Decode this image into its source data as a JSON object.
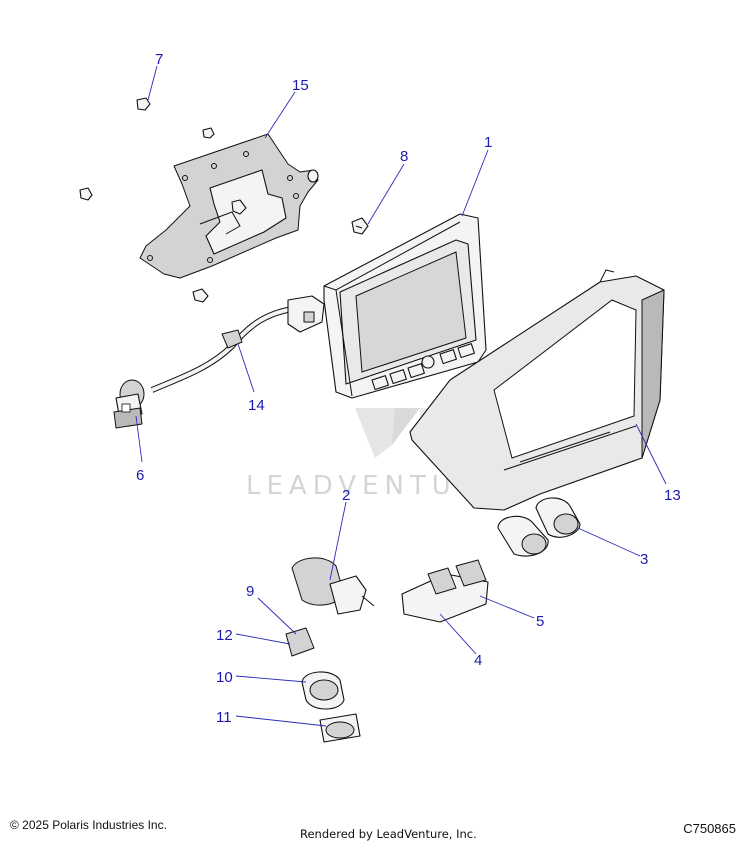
{
  "watermark": {
    "text": "LEADVENTURE"
  },
  "callouts": [
    {
      "id": "1",
      "label": "1"
    },
    {
      "id": "2",
      "label": "2"
    },
    {
      "id": "3",
      "label": "3"
    },
    {
      "id": "4",
      "label": "4"
    },
    {
      "id": "5",
      "label": "5"
    },
    {
      "id": "6",
      "label": "6"
    },
    {
      "id": "7",
      "label": "7"
    },
    {
      "id": "8",
      "label": "8"
    },
    {
      "id": "9",
      "label": "9"
    },
    {
      "id": "10",
      "label": "10"
    },
    {
      "id": "11",
      "label": "11"
    },
    {
      "id": "12",
      "label": "12"
    },
    {
      "id": "13",
      "label": "13"
    },
    {
      "id": "14",
      "label": "14"
    },
    {
      "id": "15",
      "label": "15"
    }
  ],
  "footer": {
    "copyright": "© 2025 Polaris Industries Inc.",
    "rendered_by": "Rendered by LeadVenture, Inc.",
    "drawing_number": "C750865"
  },
  "colors": {
    "callout": "#1a1ab4",
    "line": "#111111"
  }
}
